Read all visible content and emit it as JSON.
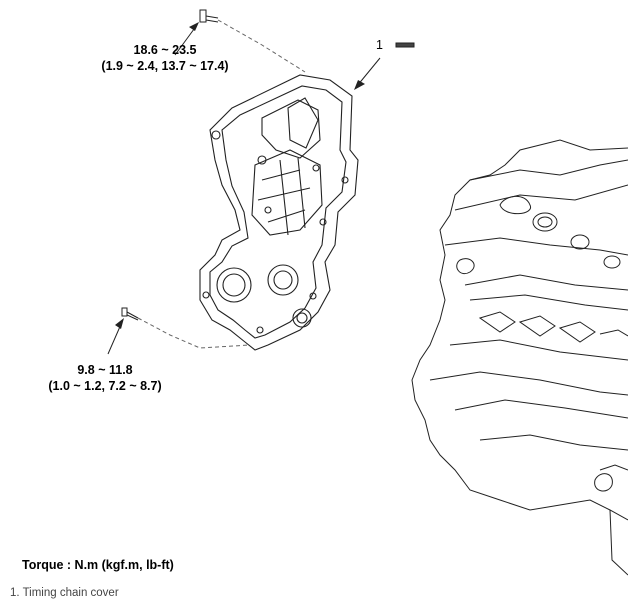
{
  "torque_callouts": [
    {
      "value": "18.6 ~ 23.5",
      "conversion": "(1.9 ~ 2.4, 13.7 ~ 17.4)"
    },
    {
      "value": "9.8 ~ 11.8",
      "conversion": "(1.0 ~ 1.2, 7.2 ~ 8.7)"
    }
  ],
  "part_callout": "1",
  "legend": "Torque : N.m (kgf.m, lb-ft)",
  "parts": [
    "1. Timing chain cover"
  ]
}
